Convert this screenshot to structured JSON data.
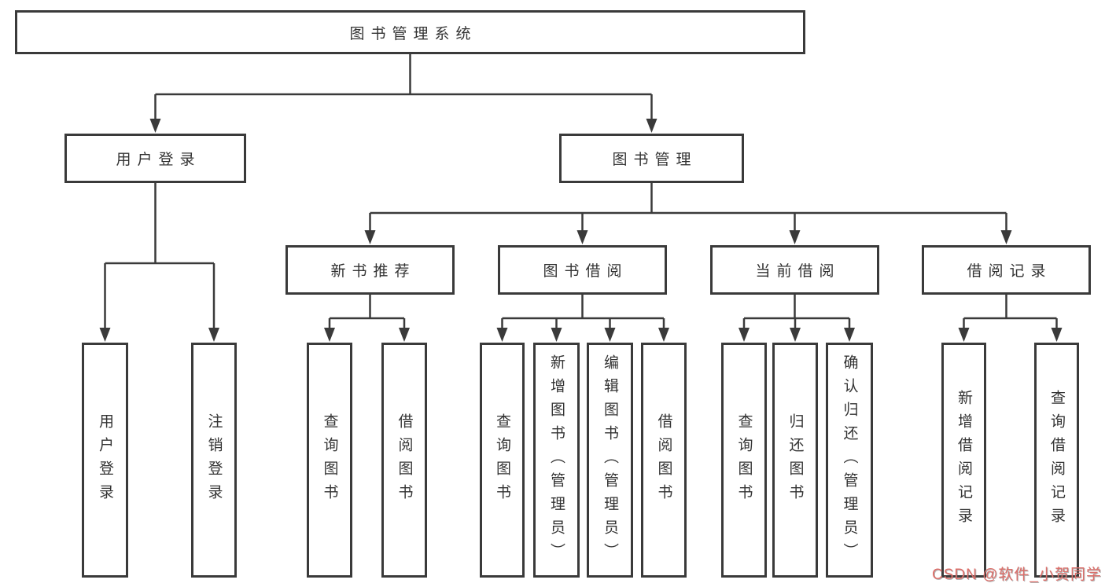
{
  "nodes": {
    "root": "图书管理系统",
    "user_login": "用户登录",
    "book_mgmt": "图书管理",
    "new_rec": "新书推荐",
    "borrow": "图书借阅",
    "current": "当前借阅",
    "records": "借阅记录"
  },
  "leaves": {
    "user_login": "用户登录",
    "logout": "注销登录",
    "rec_query": "查询图书",
    "rec_borrow": "借阅图书",
    "bor_query": "查询图书",
    "bor_add": "新增图书（管理员）",
    "bor_edit": "编辑图书（管理员）",
    "bor_borrow": "借阅图书",
    "cur_query": "查询图书",
    "cur_return": "归还图书",
    "cur_confirm": "确认归还（管理员）",
    "rec2_add": "新增借阅记录",
    "rec2_query": "查询借阅记录"
  },
  "watermark": {
    "text": "CSDN @软件_小贺同学",
    "color": "#dd6f6a"
  },
  "colors": {
    "line": "#3a3a3a",
    "text": "#333333",
    "background": "#ffffff"
  }
}
